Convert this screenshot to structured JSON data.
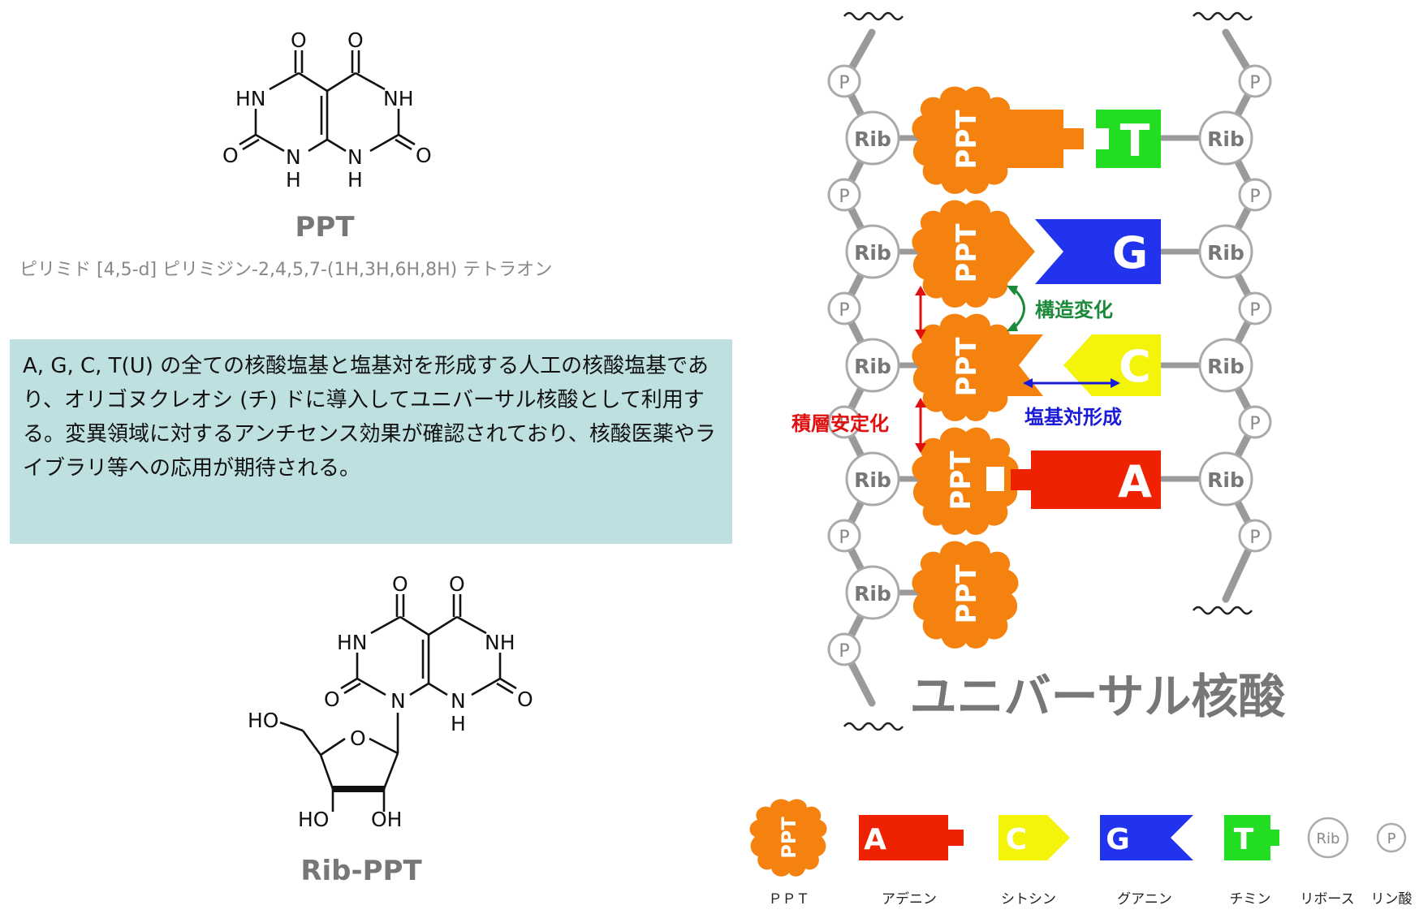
{
  "ppt_structure": {
    "name": "PPT",
    "systematic_name": "ピリミド [4,5-d] ピリミジン-2,4,5,7-(1H,3H,6H,8H) テトラオン",
    "atoms": {
      "o": "O",
      "hn": "HN",
      "nh": "NH",
      "n": "N",
      "h": "H"
    }
  },
  "description": "A, G, C, T(U) の全ての核酸塩基と塩基対を形成する人工の核酸塩基であり、オリゴヌクレオシ (チ) ドに導入してユニバーサル核酸として利用する。変異領域に対するアンチセンス効果が確認されており、核酸医薬やライブラリ等への応用が期待される。",
  "rib_ppt_structure": {
    "name": "Rib-PPT",
    "atoms": {
      "o": "O",
      "hn": "HN",
      "nh": "NH",
      "n": "N",
      "h": "H",
      "ho": "HO",
      "oh": "OH"
    }
  },
  "diagram": {
    "title": "ユニバーサル核酸",
    "rib": "Rib",
    "p": "P",
    "ppt": "PPT",
    "bases": {
      "t": "T",
      "g": "G",
      "c": "C",
      "a": "A"
    },
    "annotations": {
      "conformational_change": "構造変化",
      "base_pairing": "塩基対形成",
      "stacking": "積層安定化"
    },
    "colors": {
      "ppt": "#f5820f",
      "adenine": "#ee2200",
      "cytosine": "#f4f40a",
      "guanine": "#2233ee",
      "thymine": "#22dd22",
      "backbone": "#9a9a9a",
      "green_note": "#1a8a3a",
      "blue_note": "#1a1ad8",
      "red_note": "#e01010"
    }
  },
  "legend": [
    {
      "label": "ＰＰＴ",
      "icon": "ppt-shape"
    },
    {
      "label": "アデニン",
      "icon": "adenine-shape",
      "letter": "A"
    },
    {
      "label": "シトシン",
      "icon": "cytosine-shape",
      "letter": "C"
    },
    {
      "label": "グアニン",
      "icon": "guanine-shape",
      "letter": "G"
    },
    {
      "label": "チミン",
      "icon": "thymine-shape",
      "letter": "T"
    },
    {
      "label": "リボース",
      "icon": "ribose-circle",
      "letter": "Rib"
    },
    {
      "label": "リン酸",
      "icon": "phosphate-circle",
      "letter": "P"
    }
  ]
}
